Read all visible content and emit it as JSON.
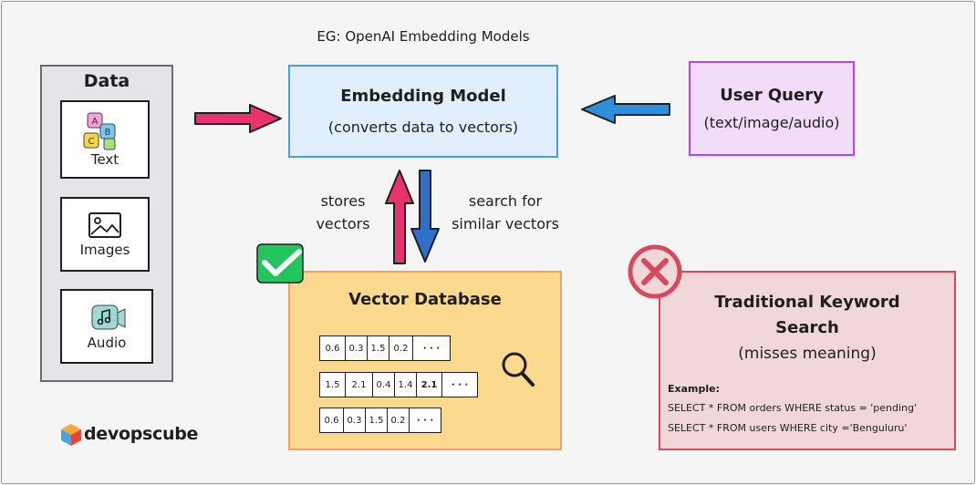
{
  "eg_label": "EG: OpenAI Embedding Models",
  "data_panel": {
    "title": "Data",
    "items": [
      {
        "label": "Text",
        "icon": "alphabet-blocks-icon"
      },
      {
        "label": "Images",
        "icon": "image-icon"
      },
      {
        "label": "Audio",
        "icon": "audio-icon"
      }
    ]
  },
  "embedding": {
    "title": "Embedding Model",
    "subtitle": "(converts data to vectors)"
  },
  "user_query": {
    "title": "User Query",
    "subtitle": "(text/image/audio)"
  },
  "labels": {
    "stores": [
      "stores",
      "vectors"
    ],
    "search": [
      "search for",
      "similar vectors"
    ]
  },
  "vector_db": {
    "title": "Vector Database",
    "rows": [
      [
        "0.6",
        "0.3",
        "1.5",
        "0.2",
        "· · ·"
      ],
      [
        "1.5",
        "2.1",
        "0.4",
        "1.4",
        "2.1",
        "· · ·"
      ],
      [
        "0.6",
        "0.3",
        "1.5",
        "0.2",
        "· · ·"
      ]
    ]
  },
  "traditional": {
    "title_line1": "Traditional Keyword",
    "title_line2": "Search",
    "subtitle": "(misses meaning)",
    "example_label": "Example:",
    "queries": [
      "SELECT * FROM orders WHERE status = 'pending'",
      "SELECT * FROM users WHERE city ='Benguluru'"
    ]
  },
  "brand": {
    "name": "devopscube"
  },
  "colors": {
    "embed_fill": "#e1eefb",
    "embed_border": "#43a0e6",
    "query_fill": "#f3dcf9",
    "query_border": "#b24ae0",
    "vdb_fill": "#fbd98f",
    "vdb_border": "#f2a35f",
    "trad_fill": "#f2d7da",
    "trad_border": "#d64a5c",
    "arrow_pink": "#e8336d",
    "arrow_blue": "#2f8fdc",
    "arrow_down_blue": "#2d72c8",
    "check_green": "#22c55e"
  }
}
